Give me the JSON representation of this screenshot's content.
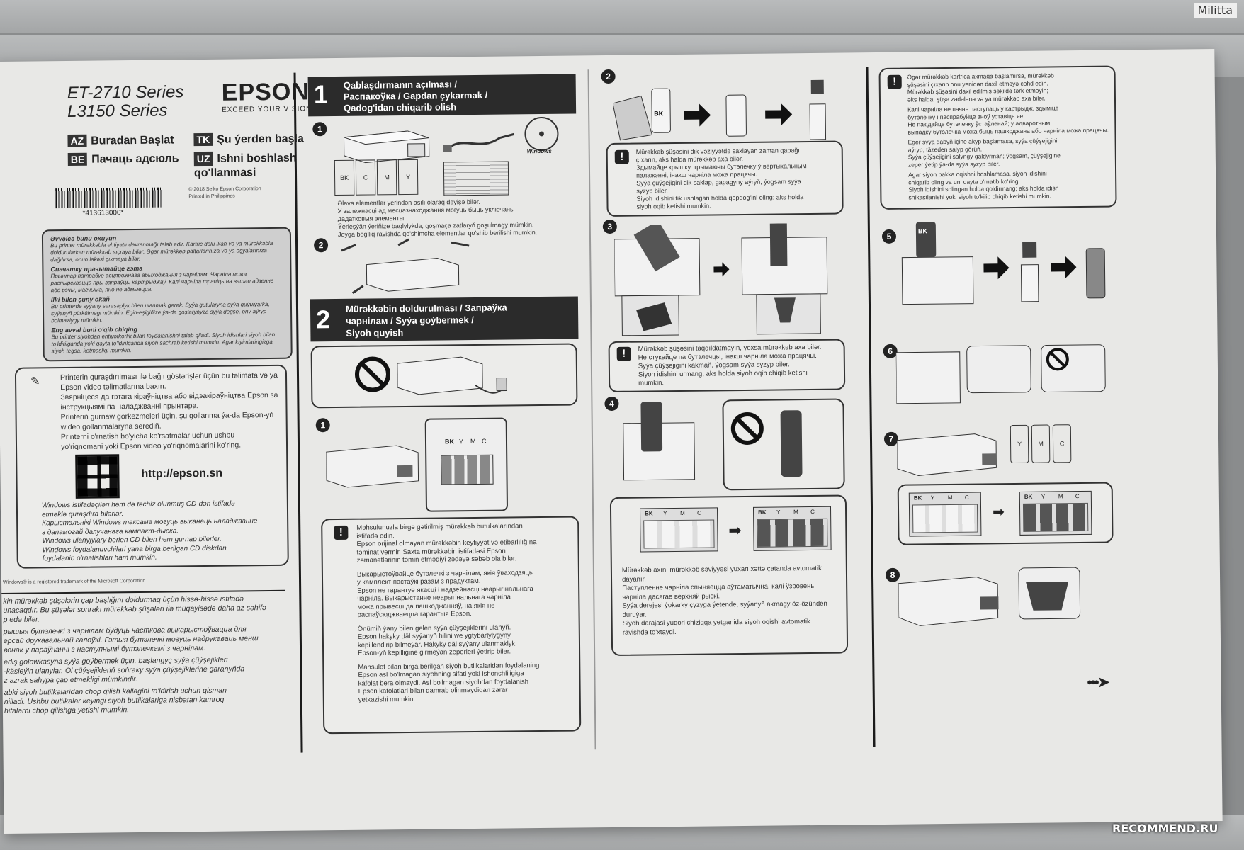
{
  "watermark_top": "Militta",
  "watermark_bottom": "RECOMMEND.RU",
  "cover": {
    "model_1": "ET-2710 Series",
    "model_2": "L3150 Series",
    "brand": "EPSON",
    "tagline": "EXCEED YOUR VISION",
    "start_here": [
      {
        "code": "AZ",
        "text": "Buradan Başlat"
      },
      {
        "code": "BE",
        "text": "Пачаць адсюль"
      },
      {
        "code": "TK",
        "text": "Şu ýerden başla"
      },
      {
        "code": "UZ",
        "text": "Ishni boshlash qo'llanmasi"
      }
    ],
    "copyright": "© 2018 Seiko Epson Corporation",
    "printed": "Printed in Philippines",
    "barcode_number": "*413613000*",
    "read_first": [
      {
        "title": "Əvvəlcə bunu oxuyun",
        "body": "Bu printer mürəkkəbla ehtiyatlı davranmağı tələb edir. Kartric dolu ikan və ya mürəkkəbla doldurularkən mürəkkəb sıçraya bilər. Əgər mürəkkəb paltarlarınıza və ya əşyalarınıza dağılırsa, onun ləkəsi çıxmaya bilər."
      },
      {
        "title": "Спачатку прачытайце гэта",
        "body": "Прынтар патрабуе асцярожнага абыходжання з чарнілам. Чарніла можа распырсквацца пры запраўцы картрыджаў. Калі чарніла трапіць на вашае адзенне або рэчы, магчыма, яно не адмыецца."
      },
      {
        "title": "Ilki bilen şuny okaň",
        "body": "Bu printerde syýany seresaplyk bilen ulanmak gerek. Syýa gutularyna syýa guýulýarka, syýanyň pürkülmegi mümkin. Egin-eşigiňize ýa-da goşlaryňyza syýa degse, ony aýryp bolmazlygy mümkin."
      },
      {
        "title": "Eng avval buni o'qib chiqing",
        "body": "Bu printer siyohdan ehtiyotkorlik bilan foydalanishni talab qiladi. Siyoh idishlari siyoh bilan to'ldirilganda yoki qayta to'ldirilganda siyoh sachrab ketishi mumkin. Agar kiyimlaringizga siyoh tegsa, ketmasligi mumkin."
      }
    ],
    "info_lines": [
      "Printerin quraşdırılması ilə bağlı göstərişlər üçün bu təlimata və ya",
      "Epson video təlimatlarına baxın.",
      "Звярніцеся да гэтага кіраўніцтва або відэакіраўніцтва Epson за",
      "інструкцыямі па наладжванні прынтара.",
      "Printeriň gurnaw görkezmeleri üçin, şu gollanma ýa-da Epson-yň",
      "wideo gollanmalaryna serediň.",
      "Printerni o'rnatish bo'yicha ko'rsatmalar uchun ushbu",
      "yo'riqnomani yoki Epson video yo'riqnomalarini ko'ring."
    ],
    "url": "http://epson.sn",
    "cd_lines": [
      "Windows istifadəçiləri həm də təchiz olunmuş CD-dən istifadə",
      "etməklə quraşdıra bilərlər.",
      "Карыстальнікі Windows таксама могуць выканаць наладжванне",
      "з дапамогай далучанага кампакт-дыска.",
      "Windows ulanyjylary berlen CD bilen hem gurnap bilerler.",
      "Windows foydalanuvchilari yana birga berilgan CD diskdan",
      "foydalanib o'rnatishlari ham mumkin."
    ],
    "trademark": "Windows® is a registered trademark of the Microsoft Corporation.",
    "bottom_lines": [
      "kin mürəkkəb şüşələrin çap başlığını doldurmaq üçün hissə-hissə istifadə",
      "unacaqdır. Bu şüşələr sonrakı mürəkkəb şüşələri ilə müqayisədə daha az səhifə",
      "p edə bilər.",
      "рышыя бутэлечкі з чарнілам будуць часткова выкарыстоўвацца для",
      "ерсай друкавальнай галоўкі. Гэтыя бутэлечкі могуць надрукаваць менш",
      "вонак у параўнанні з наступнымі бутэлечкамі з чарнілам.",
      "ediş golowkasyna syýa goýbermek üçin, başlangyç syýa çüýşejikleri",
      "-käsleýin ulanylar. Ol çüýşejikleriň soňraky syýa çüýşejiklerine garanyňda",
      "z azrak sahypa çap etmekligi mümkindir.",
      "abki siyoh butilkalaridan chop qilish kallagini to'ldirish uchun qisman",
      "nilladi. Ushbu butilkalar keyingi siyoh butilkalariga nisbatan kamroq",
      "hifalarni chop qilishga yetishi mumkin."
    ]
  },
  "panel2": {
    "section1_number": "1",
    "section1_title": [
      "Qablaşdırmanın açılması /",
      "Распакоўка / Gapdan çykarmak /",
      "Qadog'idan chiqarib olish"
    ],
    "windows_label": "Windows",
    "ink_labels": [
      "BK",
      "C",
      "M",
      "Y"
    ],
    "step1_notes": [
      "Əlavə elementlər yerindən asılı olaraq dəyişə bilər.",
      "У залежнасці ад месцазнаходжання могуць быць уключаны",
      "дадатковыя элементы.",
      "Ýerleşýän ýeriňize baglylykda, goşmaça zatlaryň goşulmagy mümkin.",
      "Joyga bog'liq ravishda qo'shimcha elementlar qo'shib berilishi mumkin."
    ],
    "section2_number": "2",
    "section2_title": [
      "Mürəkkəbin doldurulması / Запраўка",
      "чарнілам / Syýa goýbermek /",
      "Siyoh quyish"
    ],
    "tank_labels": [
      "BK",
      "Y",
      "M",
      "C"
    ],
    "warning_lines": [
      "Məhsulunuzla birgə gətirilmiş mürəkkəb butulkalarından",
      "istifadə edin.",
      "Epson orijinal olmayan mürəkkəbin keyfiyyət və etibarlılığına",
      "təminat vermir. Saxta mürəkkəbin istifadəsi Epson",
      "zəmanətlərinin təmin etmədiyi zədəyə səbəb ola bilər.",
      "Выкарыстоўвайце бутэлечкі з чарнілам, якія ўваходзяць",
      "у камплект пастаўкі разам з прадуктам.",
      "Epson не гарантуе якасці і надзейнасці неарыгінальнага",
      "чарніла. Выкарыстанне неарыгінальнага чарніла",
      "можа прывесці да пашкоджанняў, на якія не",
      "распаўсюджваецца гарантыя Epson.",
      "Önümiň ýany bilen gelen syýa çüýşejiklerini ulanyň.",
      "Epson hakyky däl syýanyň hilini we ygtybarlylygyny",
      "kepillendirip bilmeýär. Hakyky däl syýany ulanmaklyk",
      "Epson-yň kepilligine girmeýän zeperleri ýetirip biler.",
      "Mahsulot bilan birga berilgan siyoh butilkalaridan foydalaning.",
      "Epson asl bo'lmagan siyohning sifati yoki ishonchliligiga",
      "kafolat bera olmaydi. Asl bo'lmagan siyohdan foydalanish",
      "Epson kafolatlari bilan qamrab olinmaydigan zarar",
      "yetkazishi mumkin."
    ]
  },
  "panel3": {
    "bottle_label": "BK",
    "warning1_lines": [
      "Mürəkkəb şüşəsini dik vəziyyətdə saxlayan zaman qapağı",
      "çıxarın, əks halda mürəkkəb axa bilər.",
      "Здымайце крышку, трымаючы бутэлечку ў вертыкальным",
      "палажэнні, інакш чарніла можа працячы.",
      "Syýa çüýşejigini dik saklap, gapagyny aýryň; ýogsam syýa",
      "syzyp biler.",
      "Siyoh idishini tik ushlagan holda qopqog'ini oling; aks holda",
      "siyoh oqib ketishi mumkin."
    ],
    "warning2_lines": [
      "Mürəkkəb şüşəsini taqqıldatmayın, yoxsa mürəkkəb axa bilər.",
      "Не стукайце па бутэлечцы, інакш чарніла можа працячы.",
      "Syýa çüýşejigini kakmaň, ýogsam syýa syzyp biler.",
      "Siyoh idishini urmang, aks holda siyoh oqib chiqib ketishi",
      "mumkin."
    ],
    "tank_labels": [
      "BK",
      "Y",
      "M",
      "C"
    ],
    "fill_lines": [
      "Mürəkkəb axını mürəkkəb səviyyəsi yuxarı xəttə çatanda avtomatik",
      "dayanır.",
      "Паступленне чарніла спыняецца аўтаматычна, калі ўзровень",
      "чарніла дасягае верхняй рыскі.",
      "Syýa derejesi ýokarky çyzyga ýetende, syýanyň akmagy öz-özünden",
      "duruýar.",
      "Siyoh darajasi yuqori chiziqqa yetganida siyoh oqishi avtomatik",
      "ravishda to'xtaydi."
    ]
  },
  "panel4": {
    "warning_lines": [
      "Əgər mürəkkəb kartrica axmağa başlamırsa, mürəkkəb",
      "şüşəsini çıxarıb onu yenidən daxil etməyə cəhd edin.",
      "Mürəkkəb şüşəsini daxil edilmiş şəkildə tərk etməyin;",
      "əks halda, şüşə zədələnə və ya mürəkkəb axa bilər.",
      "Калі чарніла не пачне паступаць у картрыдж, здыміце",
      "бутэлечку і паспрабуйце зноў уставіць яе.",
      "Не пакідайце бутэлечку ўстаўленай; у адваротным",
      "выпадку бутэлечка можа быць пашкоджана або чарніла можа працячы.",
      "Eger syýa gabyň içine akyp başlamasa, syýa çüýşejigini",
      "aýryp, täzeden salyp görüň.",
      "Syýa çüýşejigini salyngy galdyrmaň; ýogsam, çüýşejigine",
      "zeper ýetip ýa-da syýa syzyp biler.",
      "Agar siyoh bakka oqishni boshlamasa, siyoh idishini",
      "chiqarib oling va uni qayta o'rnatib ko'ring.",
      "Siyoh idishini solingan holda qoldirmang; aks holda idish",
      "shikastlanishi yoki siyoh to'kilib chiqib ketishi mumkin."
    ],
    "bottle_label": "BK",
    "bottle_labels_7": [
      "Y",
      "M",
      "C"
    ],
    "tank_labels": [
      "BK",
      "Y",
      "M",
      "C"
    ]
  },
  "step_numbers": [
    "1",
    "2",
    "3",
    "4",
    "5",
    "6",
    "7",
    "8"
  ]
}
